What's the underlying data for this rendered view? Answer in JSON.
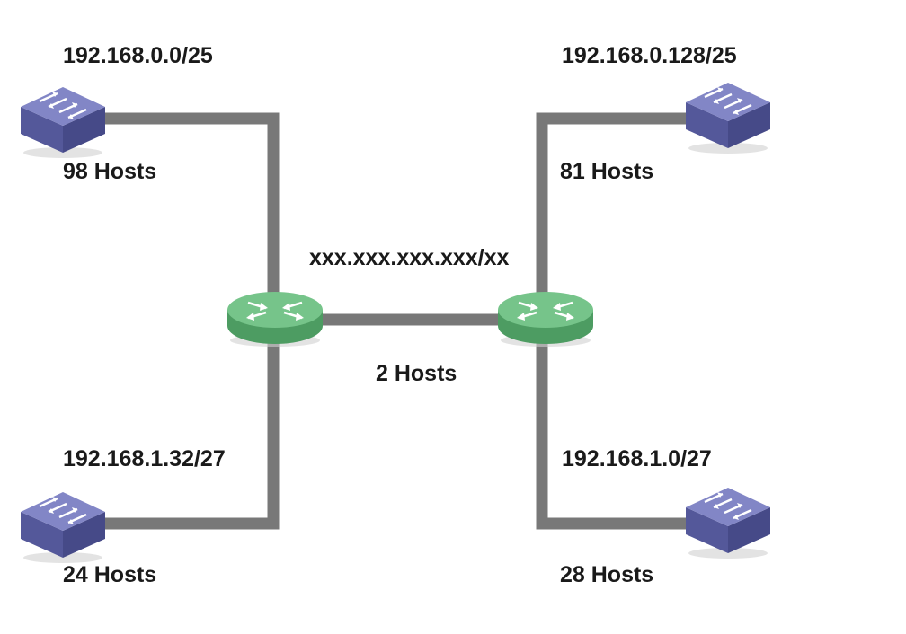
{
  "networks": {
    "top_left": {
      "subnet": "192.168.0.0/25",
      "hosts": "98 Hosts"
    },
    "top_right": {
      "subnet": "192.168.0.128/25",
      "hosts": "81 Hosts"
    },
    "bottom_left": {
      "subnet": "192.168.1.32/27",
      "hosts": "24 Hosts"
    },
    "bottom_right": {
      "subnet": "192.168.1.0/27",
      "hosts": "28 Hosts"
    }
  },
  "router_link": {
    "subnet": "xxx.xxx.xxx.xxx/xx",
    "hosts": "2 Hosts"
  },
  "colors": {
    "link": "#787878",
    "switch_top": "#7c80c0",
    "switch_side": "#5a5e9e",
    "router_top": "#6dc082",
    "router_side": "#4b9a5f"
  },
  "icons": {
    "switch": "network-switch-icon",
    "router": "network-router-icon"
  }
}
